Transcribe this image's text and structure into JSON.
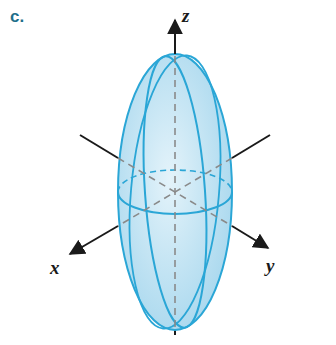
{
  "diagram": {
    "labels": [
      "c.",
      "z",
      "x",
      "y"
    ]
  }
}
